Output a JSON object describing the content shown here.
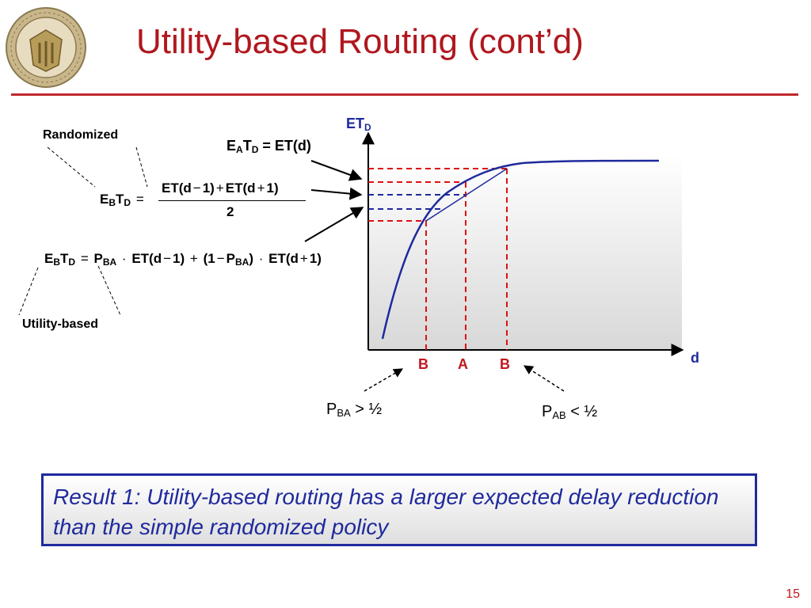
{
  "slide": {
    "title": "Utility-based Routing (cont’d)",
    "page_number": "15",
    "accent_color": "#b0171e",
    "result_color": "#1f2a9c",
    "seal_icon": "university-seal-icon"
  },
  "diagram": {
    "y_axis": {
      "base": "ET",
      "sub": "D"
    },
    "x_axis_label": "d",
    "x_ticks": [
      "B",
      "A",
      "B"
    ],
    "randomized_label": "Randomized",
    "utility_label": "Utility-based",
    "eat_label": {
      "e": "E",
      "a_sub": "A",
      "t": "T",
      "d_sub": "D",
      "rest": " = ET(d)"
    },
    "randomized_eq": {
      "lhs_e": "E",
      "lhs_b": "B",
      "lhs_t": "T",
      "lhs_d": "D",
      "equals": "=",
      "num_1": "ET(d",
      "minus": "−",
      "num_2": "1)",
      "plus": "+",
      "num_3": "ET(d",
      "plus2": "+",
      "num_4": "1)",
      "den": "2"
    },
    "utility_eq": {
      "e": "E",
      "b": "B",
      "t": "T",
      "d": "D",
      "equals": "=",
      "p1": "P",
      "p1_sub": "BA",
      "dot1": "·",
      "et1": "ET(d",
      "minus": "−",
      "one1": "1)",
      "plus": "+",
      "open": "(1",
      "minus2": "−",
      "p2": "P",
      "p2_sub": "BA",
      "close": ")",
      "dot2": "·",
      "et2": "ET(d",
      "plus2": "+",
      "one2": "1)"
    },
    "p_ba": {
      "p": "P",
      "sub": "BA",
      "rel": " > ½"
    },
    "p_ab": {
      "p": "P",
      "sub": "AB",
      "rel": " < ½"
    }
  },
  "result": {
    "text": "Result 1: Utility-based routing has a larger expected delay reduction than the simple randomized policy"
  }
}
